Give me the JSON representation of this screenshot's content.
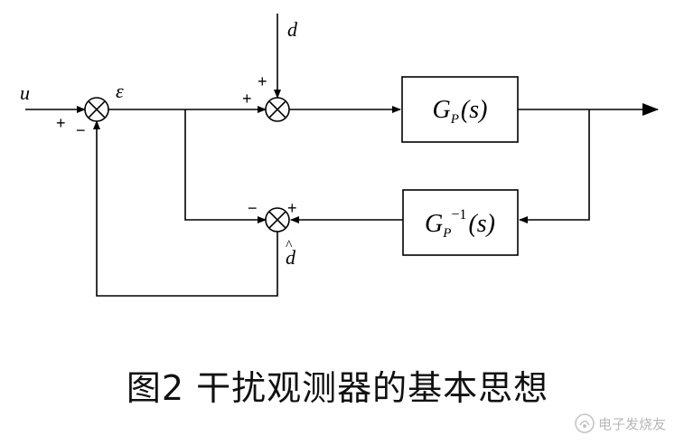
{
  "signals": {
    "u": "u",
    "d": "d",
    "epsilon": "ε",
    "d_hat": "d",
    "d_hat_accent": "^"
  },
  "signs": {
    "sum1_left": "+",
    "sum1_bottom": "−",
    "sum2_top": "+",
    "sum2_left": "+",
    "sum3_left": "−",
    "sum3_right": "+"
  },
  "blocks": {
    "plant": {
      "main": "G",
      "sub": "P",
      "paren": "(s)"
    },
    "inverse": {
      "main": "G",
      "sub": "P",
      "sup": "−1",
      "paren": "(s)"
    }
  },
  "caption": "图2  干扰观测器的基本思想",
  "watermark": "电子发烧友"
}
